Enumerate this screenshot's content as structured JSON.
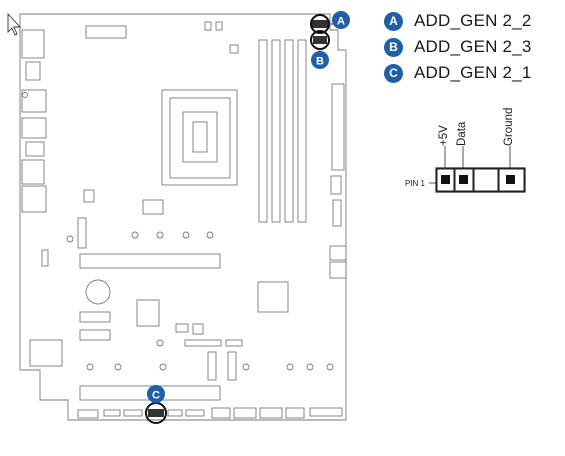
{
  "legend": [
    {
      "letter": "A",
      "label": "ADD_GEN 2_2"
    },
    {
      "letter": "B",
      "label": "ADD_GEN 2_3"
    },
    {
      "letter": "C",
      "label": "ADD_GEN 2_1"
    }
  ],
  "pinout": {
    "pin1_label": "PIN 1",
    "pins": [
      "+5V",
      "Data",
      "",
      "Ground"
    ]
  },
  "callouts": [
    "A",
    "B",
    "C"
  ],
  "colors": {
    "badge": "#1f5fa8",
    "line": "#555555",
    "board_line": "#7a7a7a"
  }
}
